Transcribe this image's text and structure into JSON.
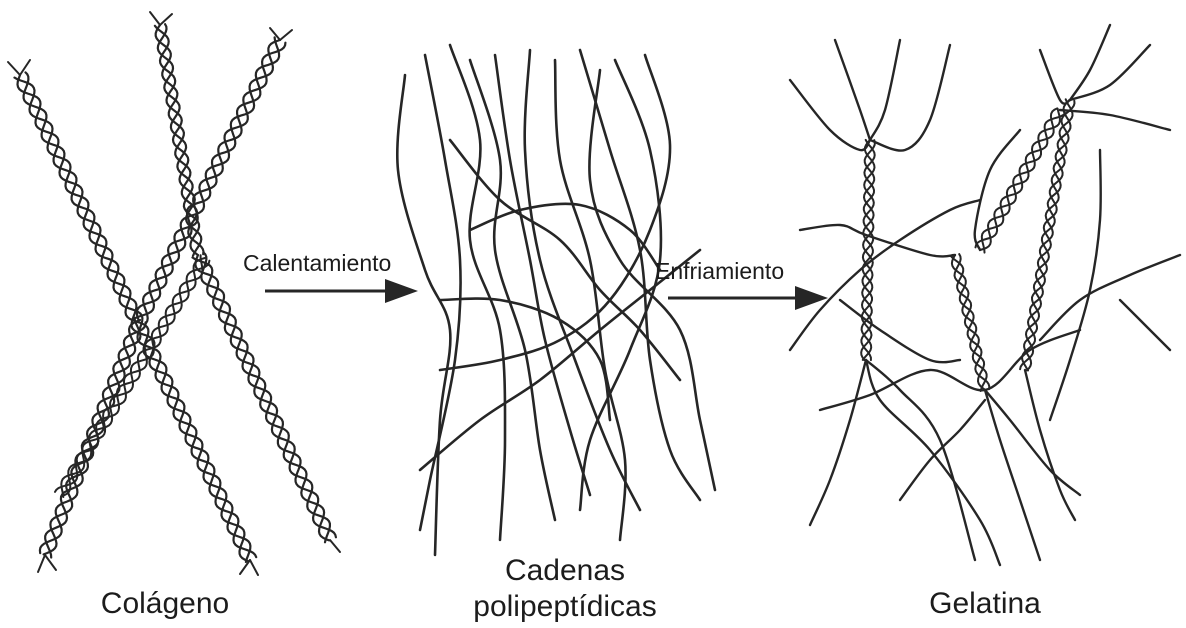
{
  "labels": {
    "collagen": "Colágeno",
    "chains_line1": "Cadenas",
    "chains_line2": "polipeptídicas",
    "gelatin": "Gelatina",
    "heating": "Calentamiento",
    "cooling": "Enfriamiento"
  },
  "colors": {
    "ink": "#262626",
    "background": "#ffffff"
  }
}
